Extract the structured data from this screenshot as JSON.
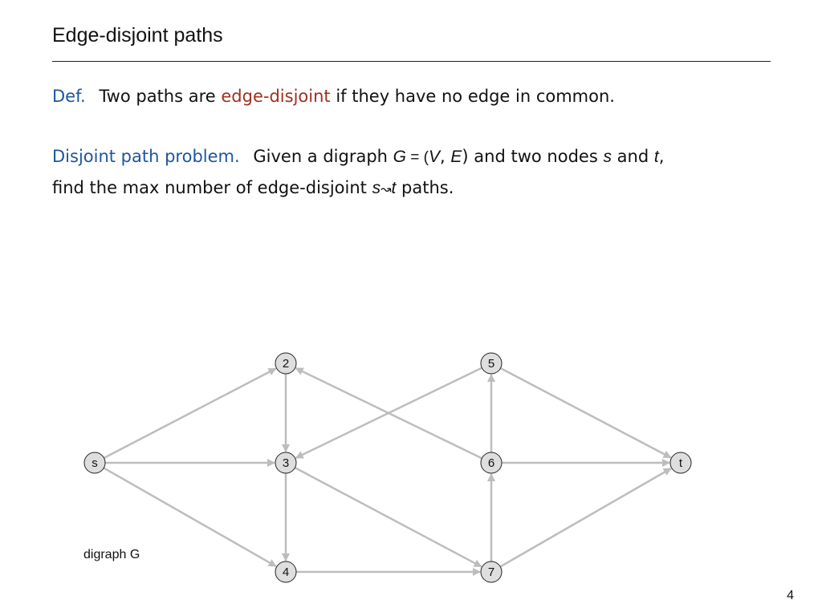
{
  "slide": {
    "title": "Edge-disjoint paths",
    "page_number": "4"
  },
  "definition": {
    "label": "Def.",
    "text_before": "Two paths are",
    "term": "edge-disjoint",
    "text_after": "if they have no edge in common."
  },
  "problem": {
    "label": "Disjoint path problem.",
    "line1_text": "Given a digraph",
    "G": "G",
    "eq": "= (",
    "V": "V",
    "comma": ",",
    "E": "E",
    "close": ")",
    "and_two_nodes": "and two nodes",
    "s": "s",
    "and": "and",
    "t": "t",
    "trail": ",",
    "line2_text": "find the max number of edge-disjoint",
    "path_s": "s",
    "squiggle": "↝",
    "path_t": "t",
    "line2_end": "paths."
  },
  "graph": {
    "caption": "digraph G",
    "nodes": [
      {
        "id": "s",
        "label": "s"
      },
      {
        "id": "2",
        "label": "2"
      },
      {
        "id": "3",
        "label": "3"
      },
      {
        "id": "4",
        "label": "4"
      },
      {
        "id": "5",
        "label": "5"
      },
      {
        "id": "6",
        "label": "6"
      },
      {
        "id": "7",
        "label": "7"
      },
      {
        "id": "t",
        "label": "t"
      }
    ],
    "edges": [
      {
        "from": "s",
        "to": "2"
      },
      {
        "from": "s",
        "to": "3"
      },
      {
        "from": "s",
        "to": "4"
      },
      {
        "from": "2",
        "to": "3"
      },
      {
        "from": "3",
        "to": "4"
      },
      {
        "from": "3",
        "to": "7"
      },
      {
        "from": "4",
        "to": "7"
      },
      {
        "from": "5",
        "to": "3"
      },
      {
        "from": "5",
        "to": "t"
      },
      {
        "from": "6",
        "to": "2"
      },
      {
        "from": "6",
        "to": "5"
      },
      {
        "from": "6",
        "to": "t"
      },
      {
        "from": "7",
        "to": "6"
      },
      {
        "from": "7",
        "to": "t"
      }
    ],
    "colors": {
      "edge": "#bdbdbd",
      "node_fill": "#dedede",
      "node_stroke": "#222222"
    }
  }
}
